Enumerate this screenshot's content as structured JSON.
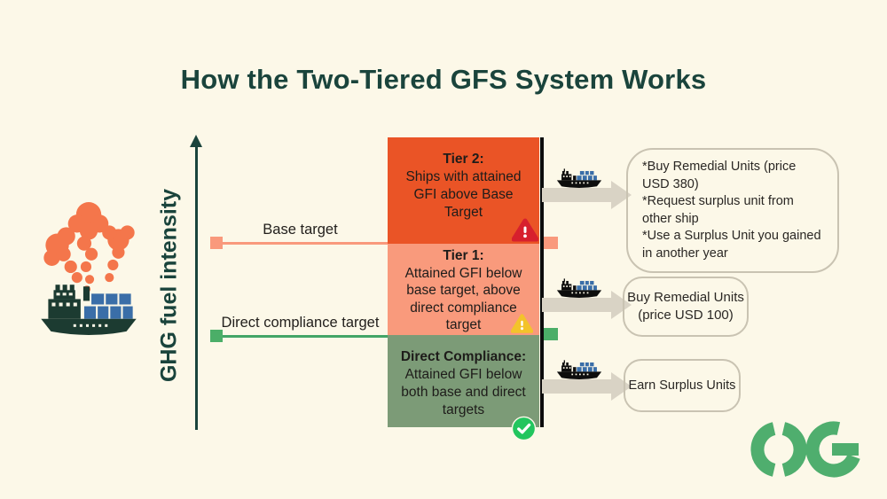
{
  "title": "How the Two-Tiered GFS System Works",
  "y_axis_label": "GHG fuel intensity",
  "target_lines": {
    "base": "Base target",
    "direct": "Direct compliance target"
  },
  "tiers": [
    {
      "heading": "Tier 2:",
      "body": "Ships with attained GFI above Base Target",
      "status_icon": "red-alert-triangle",
      "color": "#EA5426"
    },
    {
      "heading": "Tier 1:",
      "body": "Attained GFI below base target, above direct compliance target",
      "status_icon": "yellow-alert-triangle",
      "color": "#F99A7C"
    },
    {
      "heading": "Direct Compliance:",
      "body": "Attained GFI below both base and direct targets",
      "status_icon": "green-check-circle",
      "color": "#7C9B77"
    }
  ],
  "outcomes": [
    {
      "lines": [
        "*Buy Remedial Units (price USD 380)",
        "*Request surplus unit from other ship",
        "*Use a Surplus Unit you gained in another year"
      ]
    },
    {
      "lines": [
        "Buy Remedial Units",
        "(price USD 100)"
      ]
    },
    {
      "lines": [
        "Earn Surplus Units"
      ]
    }
  ],
  "logo_text": "OG",
  "colors": {
    "background": "#FCF8E8",
    "title_text": "#1A443C",
    "tier2_box": "#EA5426",
    "tier1_box": "#F99A7C",
    "direct_box": "#7C9B77",
    "base_line": "#F9997C",
    "direct_line": "#43A567",
    "arrow": "#D9D3C5",
    "smoke": "#F4764B",
    "container_blue": "#3A6EA8",
    "logo_green": "#4FAE6E"
  }
}
